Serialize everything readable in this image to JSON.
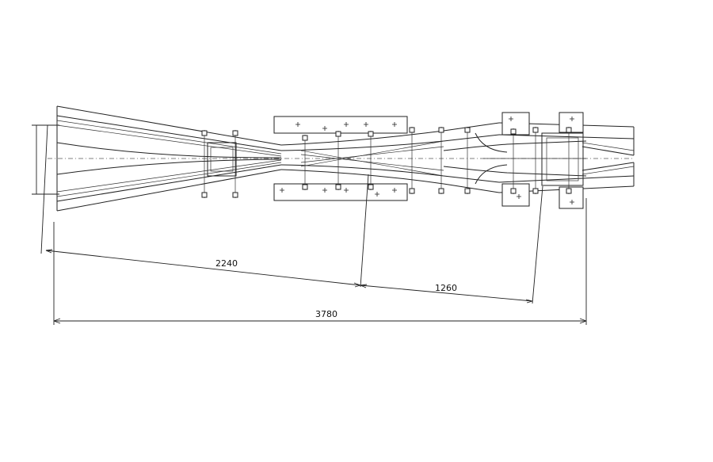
{
  "dimensions": {
    "d1": "2240",
    "d2": "1260",
    "total": "3780"
  }
}
